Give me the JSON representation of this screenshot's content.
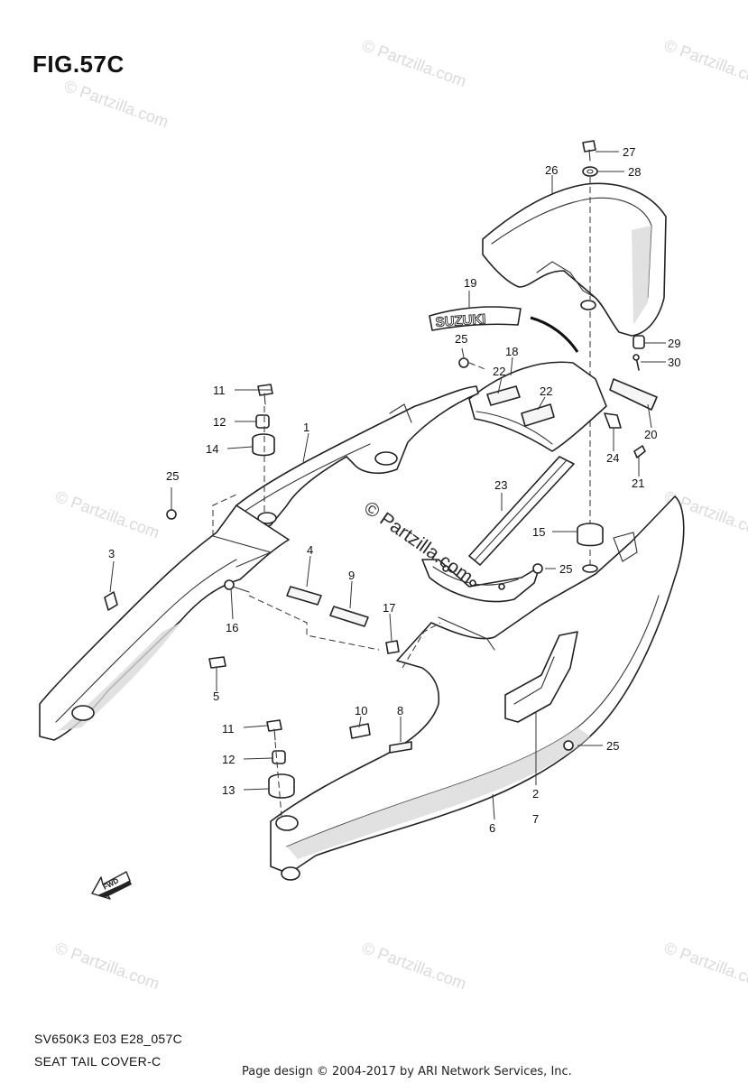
{
  "figure": {
    "title": "FIG.57C"
  },
  "callouts": {
    "c1": "1",
    "c2": "2",
    "c3": "3",
    "c4": "4",
    "c5": "5",
    "c6": "6",
    "c7": "7",
    "c8": "8",
    "c9": "9",
    "c10": "10",
    "c11a": "11",
    "c11b": "11",
    "c12a": "12",
    "c12b": "12",
    "c13": "13",
    "c14": "14",
    "c15": "15",
    "c16": "16",
    "c17": "17",
    "c18": "18",
    "c19": "19",
    "c20": "20",
    "c21": "21",
    "c22a": "22",
    "c22b": "22",
    "c23": "23",
    "c24": "24",
    "c25a": "25",
    "c25b": "25",
    "c25c": "25",
    "c25d": "25",
    "c26": "26",
    "c27": "27",
    "c28": "28",
    "c29": "29",
    "c30": "30"
  },
  "emblem": {
    "text": "SUZUKI"
  },
  "fwd_arrow": {
    "text": "FWD"
  },
  "watermark": {
    "center": "© Partzilla.com",
    "corner": "© Partzilla.com"
  },
  "footer": {
    "code": "SV650K3 E03 E28_057C",
    "name": "SEAT TAIL COVER-C",
    "copyright": "Page design © 2004-2017 by ARI Network Services, Inc."
  }
}
